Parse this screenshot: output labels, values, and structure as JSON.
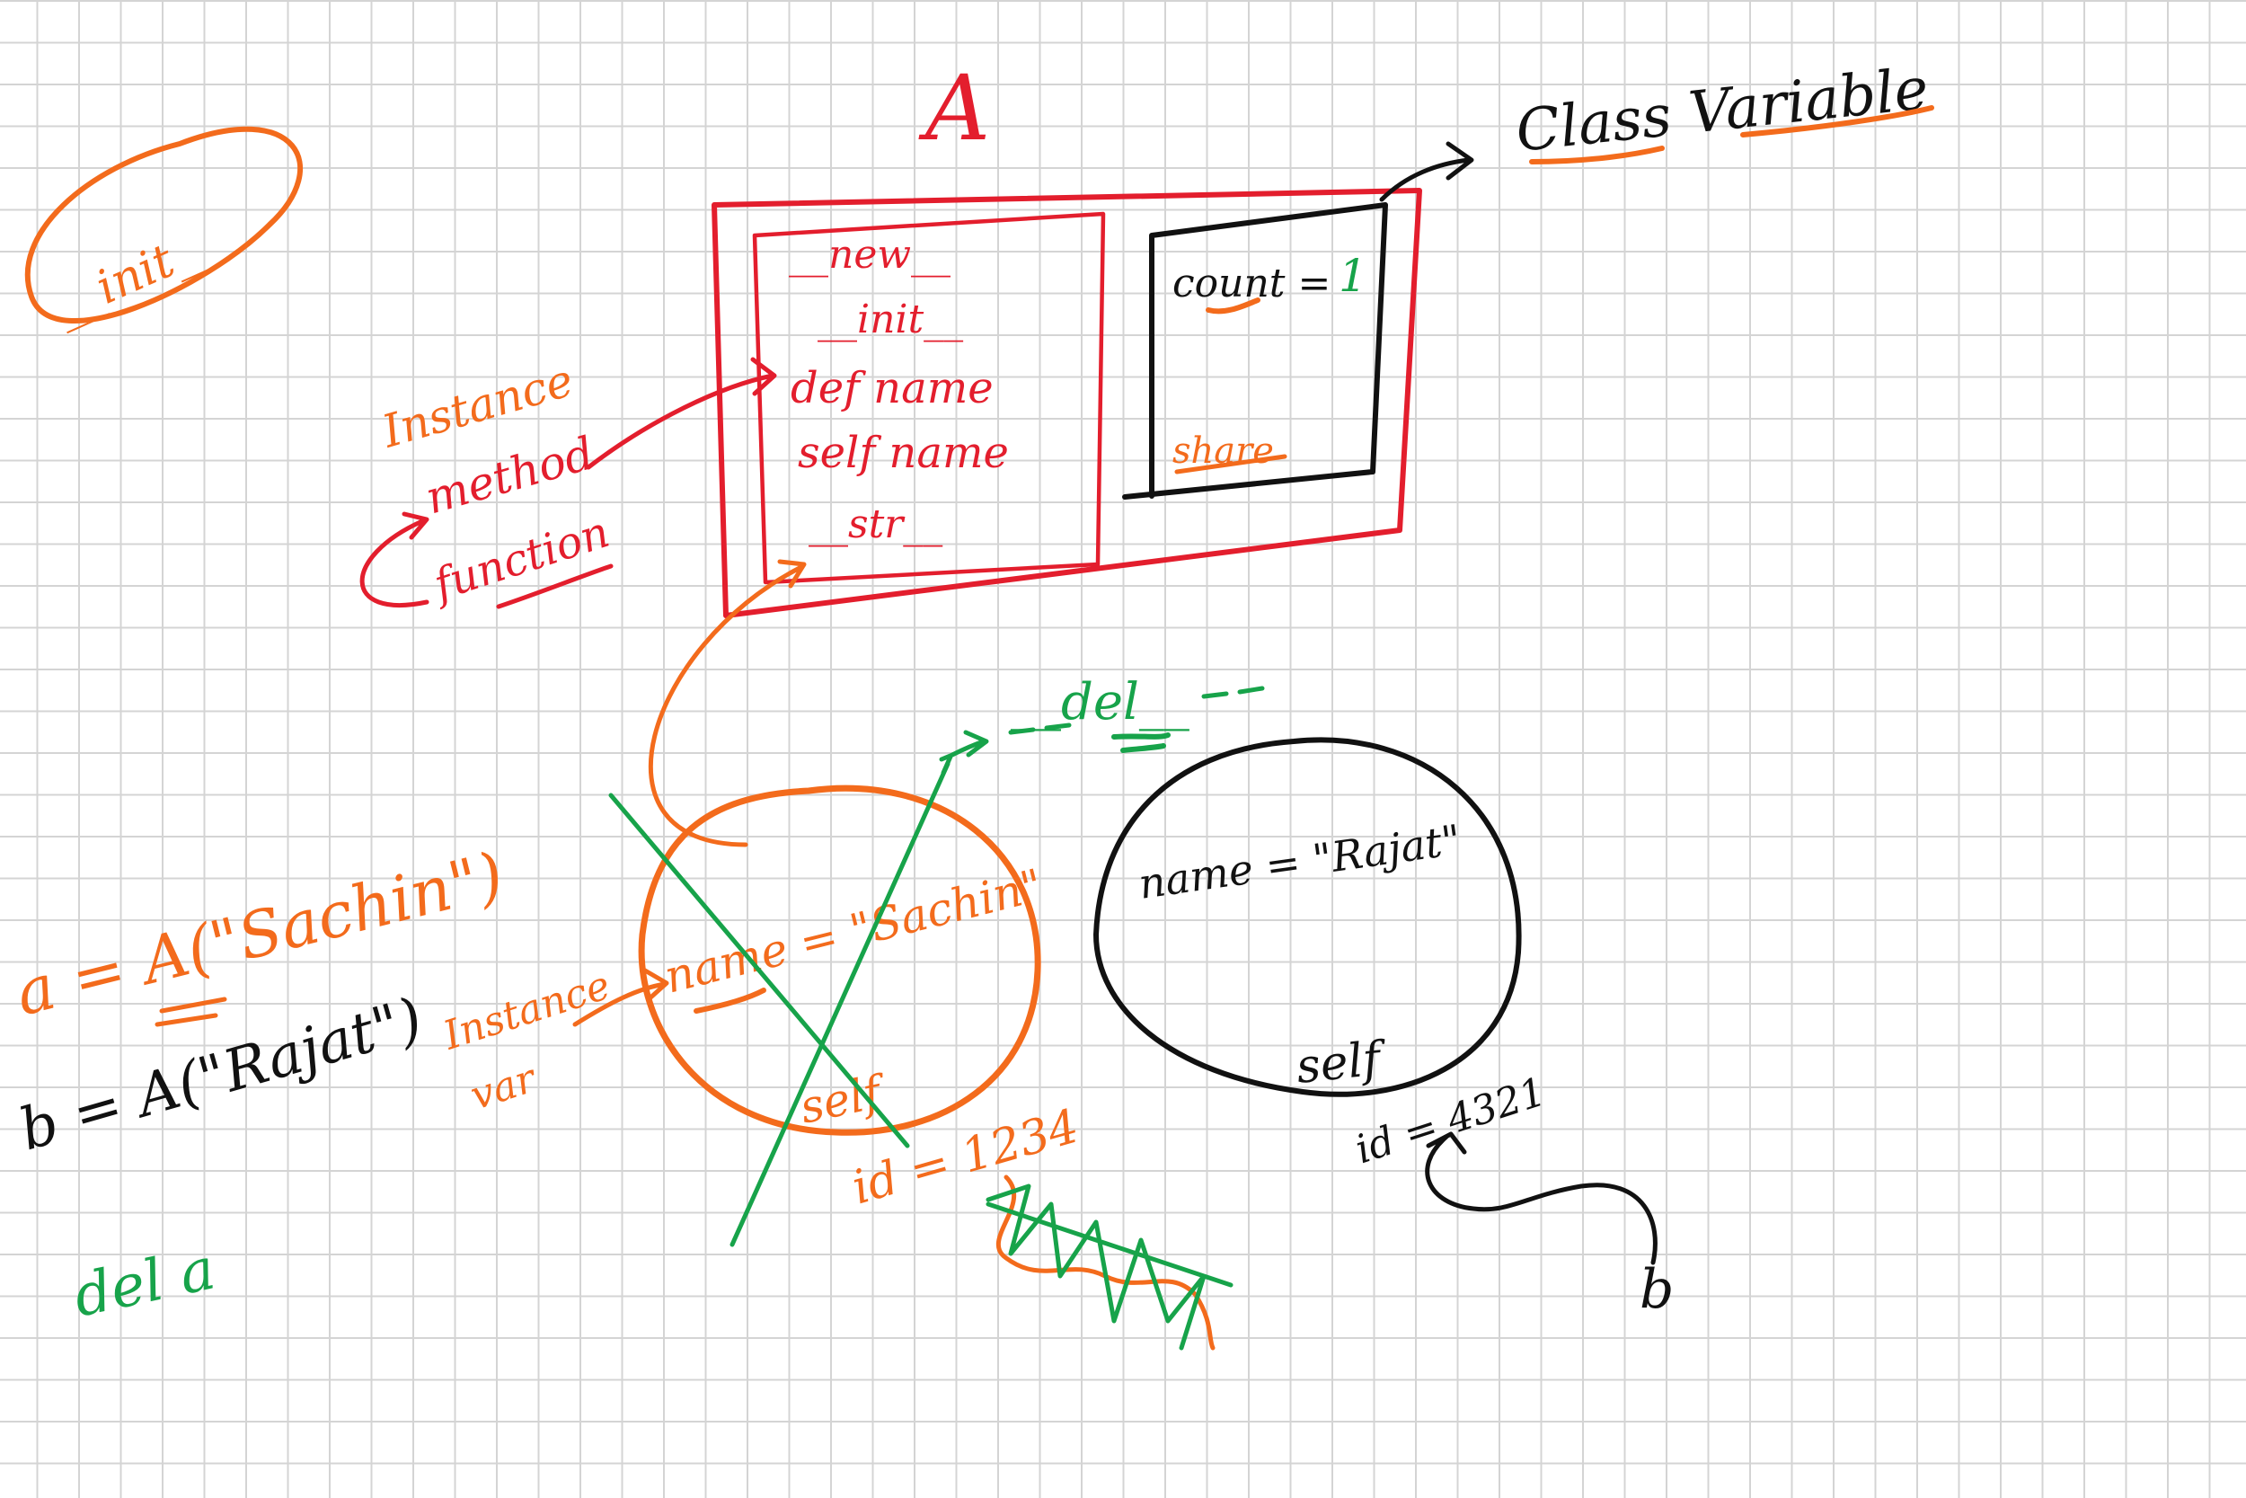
{
  "colors": {
    "red": "#e31e2d",
    "orange": "#f36b1c",
    "green": "#17a34a",
    "black": "#111111",
    "grid": "#d4d4d4"
  },
  "notes": {
    "init_bubble": "__init__",
    "class_name": "A",
    "class_variable_label": "Class Variable",
    "methods": [
      "__new__",
      "__init__",
      "def name",
      "self name",
      "__str__"
    ],
    "count_assign": "count =",
    "count_value": "1",
    "share": "share",
    "instance_method": "Instance",
    "method": "method",
    "function": "function",
    "del_dunder": "__del__",
    "obj_a_name": "name = \"Sachin\"",
    "obj_a_self": "self",
    "obj_a_id": "id = 1234",
    "obj_b_name": "name = \"Rajat\"",
    "obj_b_self": "self",
    "obj_b_id": "id = 4321",
    "b_pointer": "b",
    "instance_var_1": "Instance",
    "instance_var_2": "var",
    "assign_a": "a = A(\"Sachin\")",
    "assign_b": "b = A(\"Rajat\")",
    "del_a": "del a"
  }
}
